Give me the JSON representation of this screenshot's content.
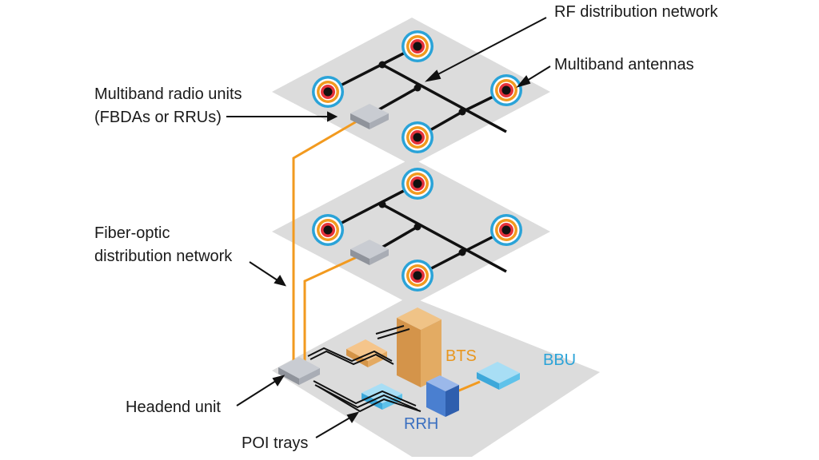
{
  "labels": {
    "rf_network": "RF distribution network",
    "antennas": "Multiband antennas",
    "radio_units_line1": "Multiband radio units",
    "radio_units_line2": "(FBDAs or RRUs)",
    "fiber_line1": "Fiber-optic",
    "fiber_line2": "distribution network",
    "headend": "Headend unit",
    "poi": "POI trays",
    "bts": "BTS",
    "bbu": "BBU",
    "rrh": "RRH"
  },
  "colors": {
    "floor": "#dcdcdc",
    "fiber": "#f29a1f",
    "rf_line": "#111111",
    "antenna_outer": "#2aa3d8",
    "antenna_mid": "#f29a1f",
    "antenna_inner": "#e5323b",
    "bts": "#e3ab63",
    "bbu": "#5fc2ea",
    "rrh": "#4a7fd0"
  }
}
